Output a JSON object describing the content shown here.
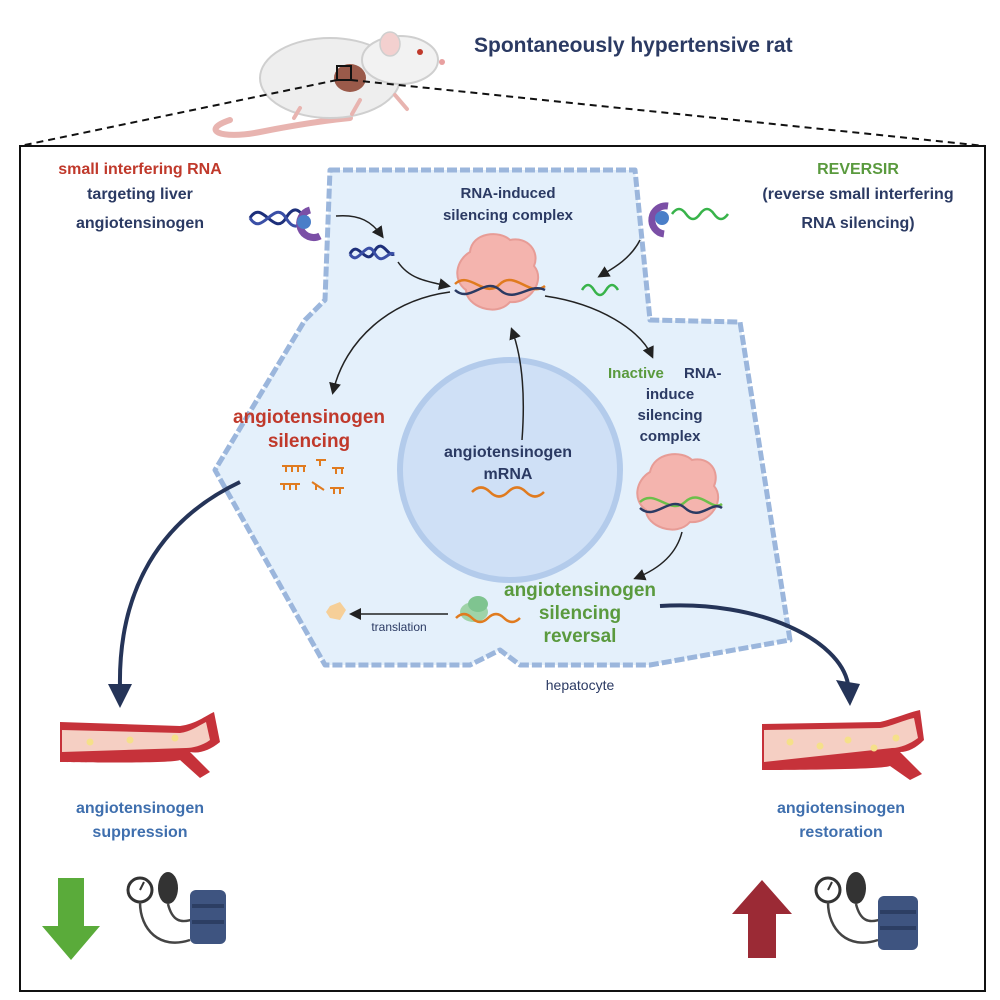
{
  "title": "Spontaneously hypertensive rat",
  "left_header": {
    "line1": "small interfering RNA",
    "line2": "targeting liver",
    "line3": "angiotensinogen"
  },
  "right_header": {
    "line1": "REVERSIR",
    "line2": "(reverse small interfering",
    "line3": "RNA silencing)"
  },
  "risc": {
    "line1": "RNA-induced",
    "line2": "silencing complex"
  },
  "inactive_risc": {
    "word_inactive": "Inactive",
    "line1_rest": "RNA-",
    "line2": "induce",
    "line3": "silencing",
    "line4": "complex"
  },
  "silencing": {
    "line1": "angiotensinogen",
    "line2": "silencing"
  },
  "nucleus": {
    "line1": "angiotensinogen",
    "line2": "mRNA"
  },
  "reversal": {
    "line1": "angiotensinogen",
    "line2": "silencing",
    "line3": "reversal"
  },
  "translation_label": "translation",
  "hepatocyte_label": "hepatocyte",
  "outcome_left": {
    "line1": "angiotensinogen",
    "line2": "suppression"
  },
  "outcome_right": {
    "line1": "angiotensinogen",
    "line2": "restoration"
  },
  "colors": {
    "navy": "#2b3a63",
    "red": "#c0392b",
    "green": "#5a9a3e",
    "blue_text": "#3f6fae",
    "cell_fill": "#e4f0fb",
    "cell_stroke": "#9bb6dc",
    "arrow_down": "#5aab3a",
    "arrow_up": "#9b2a35"
  },
  "icons": [
    "rat-icon",
    "dna-icon",
    "receptor-icon",
    "protein-complex-icon",
    "blood-vessel-icon",
    "blood-pressure-monitor-icon",
    "arrow-down-icon",
    "arrow-up-icon"
  ]
}
